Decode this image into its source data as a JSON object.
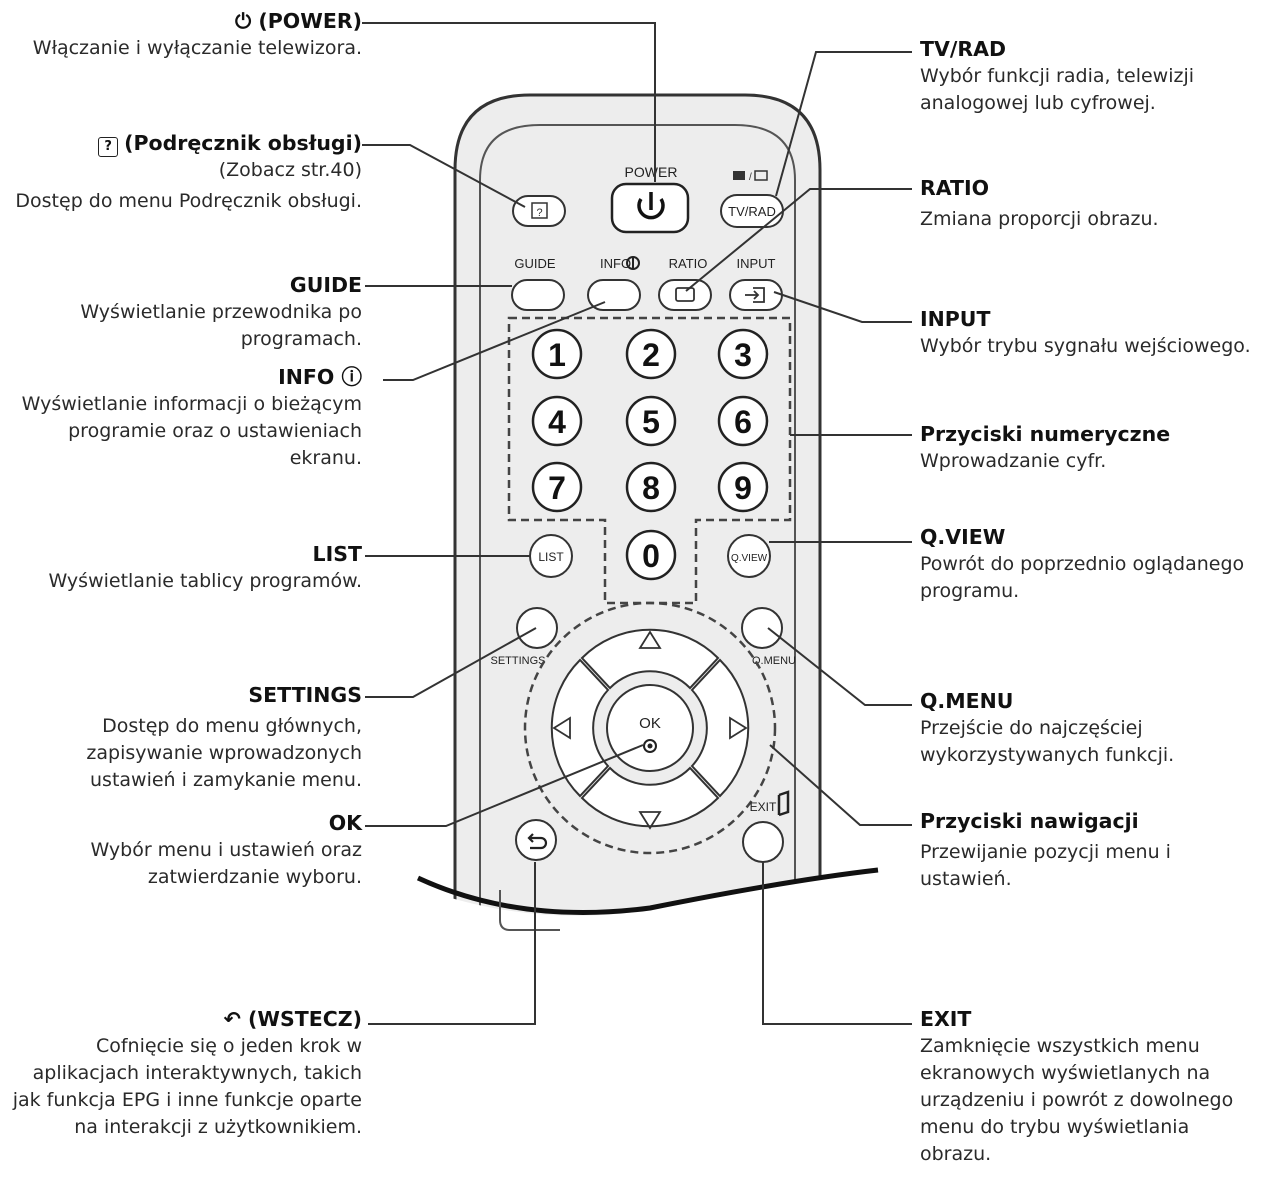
{
  "remote": {
    "labels": {
      "power": "POWER",
      "tv_rad": "TV/RAD",
      "guide": "GUIDE",
      "info": "INFO",
      "ratio": "RATIO",
      "input": "INPUT",
      "list": "LIST",
      "qview": "Q.VIEW",
      "settings": "SETTINGS",
      "qmenu": "Q.MENU",
      "ok": "OK",
      "exit": "EXIT"
    },
    "digits": [
      "1",
      "2",
      "3",
      "4",
      "5",
      "6",
      "7",
      "8",
      "9",
      "0"
    ]
  },
  "annotations": {
    "power": {
      "title": "(POWER)",
      "desc": "Włączanie i wyłączanie telewizora."
    },
    "manual": {
      "title": "(Podręcznik obsługi)",
      "ref": "(Zobacz str.40)",
      "desc": "Dostęp do menu Podręcznik obsługi."
    },
    "guide": {
      "title": "GUIDE",
      "desc": "Wyświetlanie przewodnika po programach."
    },
    "info": {
      "title": "INFO",
      "desc": "Wyświetlanie informacji o bieżącym programie oraz o ustawieniach ekranu."
    },
    "list": {
      "title": "LIST",
      "desc": "Wyświetlanie tablicy programów."
    },
    "settings": {
      "title": "SETTINGS",
      "desc": "Dostęp do menu głównych, zapisywanie wprowadzonych ustawień i zamykanie menu."
    },
    "ok": {
      "title": "OK",
      "desc": "Wybór menu i ustawień oraz zatwierdzanie wyboru."
    },
    "back": {
      "title": "(WSTECZ)",
      "desc": "Cofnięcie się o jeden krok w aplikacjach interaktywnych, takich jak funkcja EPG i inne funkcje oparte na interakcji z użytkownikiem."
    },
    "tv_rad": {
      "title": "TV/RAD",
      "desc": "Wybór funkcji radia, telewizji analogowej lub cyfrowej."
    },
    "ratio": {
      "title": "RATIO",
      "desc": "Zmiana proporcji obrazu."
    },
    "input": {
      "title": "INPUT",
      "desc": "Wybór trybu sygnału wejściowego."
    },
    "numeric": {
      "title": "Przyciski numeryczne",
      "desc": "Wprowadzanie cyfr."
    },
    "qview": {
      "title": "Q.VIEW",
      "desc": "Powrót do poprzednio oglądanego programu."
    },
    "qmenu": {
      "title": "Q.MENU",
      "desc": "Przejście do najczęściej wykorzystywanych funkcji."
    },
    "nav": {
      "title": "Przyciski nawigacji",
      "desc": "Przewijanie pozycji menu i ustawień."
    },
    "exit": {
      "title": "EXIT",
      "desc": "Zamknięcie wszystkich menu ekranowych wyświetlanych na urządzeniu i powrót z dowolnego menu do trybu wyświetlania obrazu."
    }
  }
}
